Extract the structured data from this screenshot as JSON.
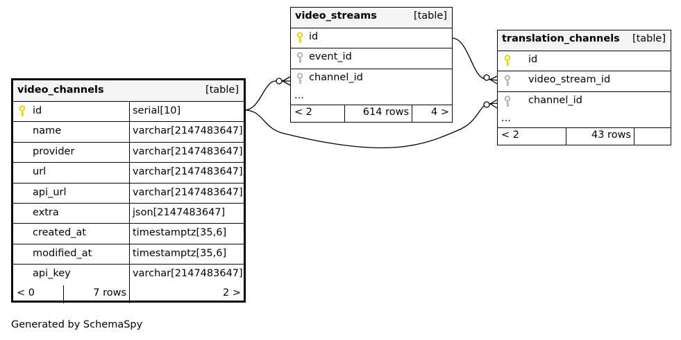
{
  "tables": {
    "video_channels": {
      "name": "video_channels",
      "tag": "[table]",
      "columns": [
        {
          "name": "id",
          "type": "serial[10]",
          "key": "primary"
        },
        {
          "name": "name",
          "type": "varchar[2147483647]",
          "key": "none"
        },
        {
          "name": "provider",
          "type": "varchar[2147483647]",
          "key": "none"
        },
        {
          "name": "url",
          "type": "varchar[2147483647]",
          "key": "none"
        },
        {
          "name": "api_url",
          "type": "varchar[2147483647]",
          "key": "none"
        },
        {
          "name": "extra",
          "type": "json[2147483647]",
          "key": "none"
        },
        {
          "name": "created_at",
          "type": "timestamptz[35,6]",
          "key": "none"
        },
        {
          "name": "modified_at",
          "type": "timestamptz[35,6]",
          "key": "none"
        },
        {
          "name": "api_key",
          "type": "varchar[2147483647]",
          "key": "none"
        }
      ],
      "footer": {
        "parents": "< 0",
        "rows": "7 rows",
        "children": "2 >"
      }
    },
    "video_streams": {
      "name": "video_streams",
      "tag": "[table]",
      "columns": [
        {
          "name": "id",
          "key": "primary"
        },
        {
          "name": "event_id",
          "key": "foreign"
        },
        {
          "name": "channel_id",
          "key": "foreign"
        }
      ],
      "more": "...",
      "footer": {
        "parents": "< 2",
        "rows": "614 rows",
        "children": "4 >"
      }
    },
    "translation_channels": {
      "name": "translation_channels",
      "tag": "[table]",
      "columns": [
        {
          "name": "id",
          "key": "primary"
        },
        {
          "name": "video_stream_id",
          "key": "foreign"
        },
        {
          "name": "channel_id",
          "key": "foreign"
        }
      ],
      "more": "...",
      "footer": {
        "parents": "< 2",
        "rows": "43 rows",
        "children": ""
      }
    }
  },
  "colors": {
    "primary_key": "#e8d20c",
    "foreign_key": "#b4b4b4",
    "header_bg": "#f4f4f4",
    "line": "#000000"
  },
  "generated_by": "Generated by SchemaSpy"
}
